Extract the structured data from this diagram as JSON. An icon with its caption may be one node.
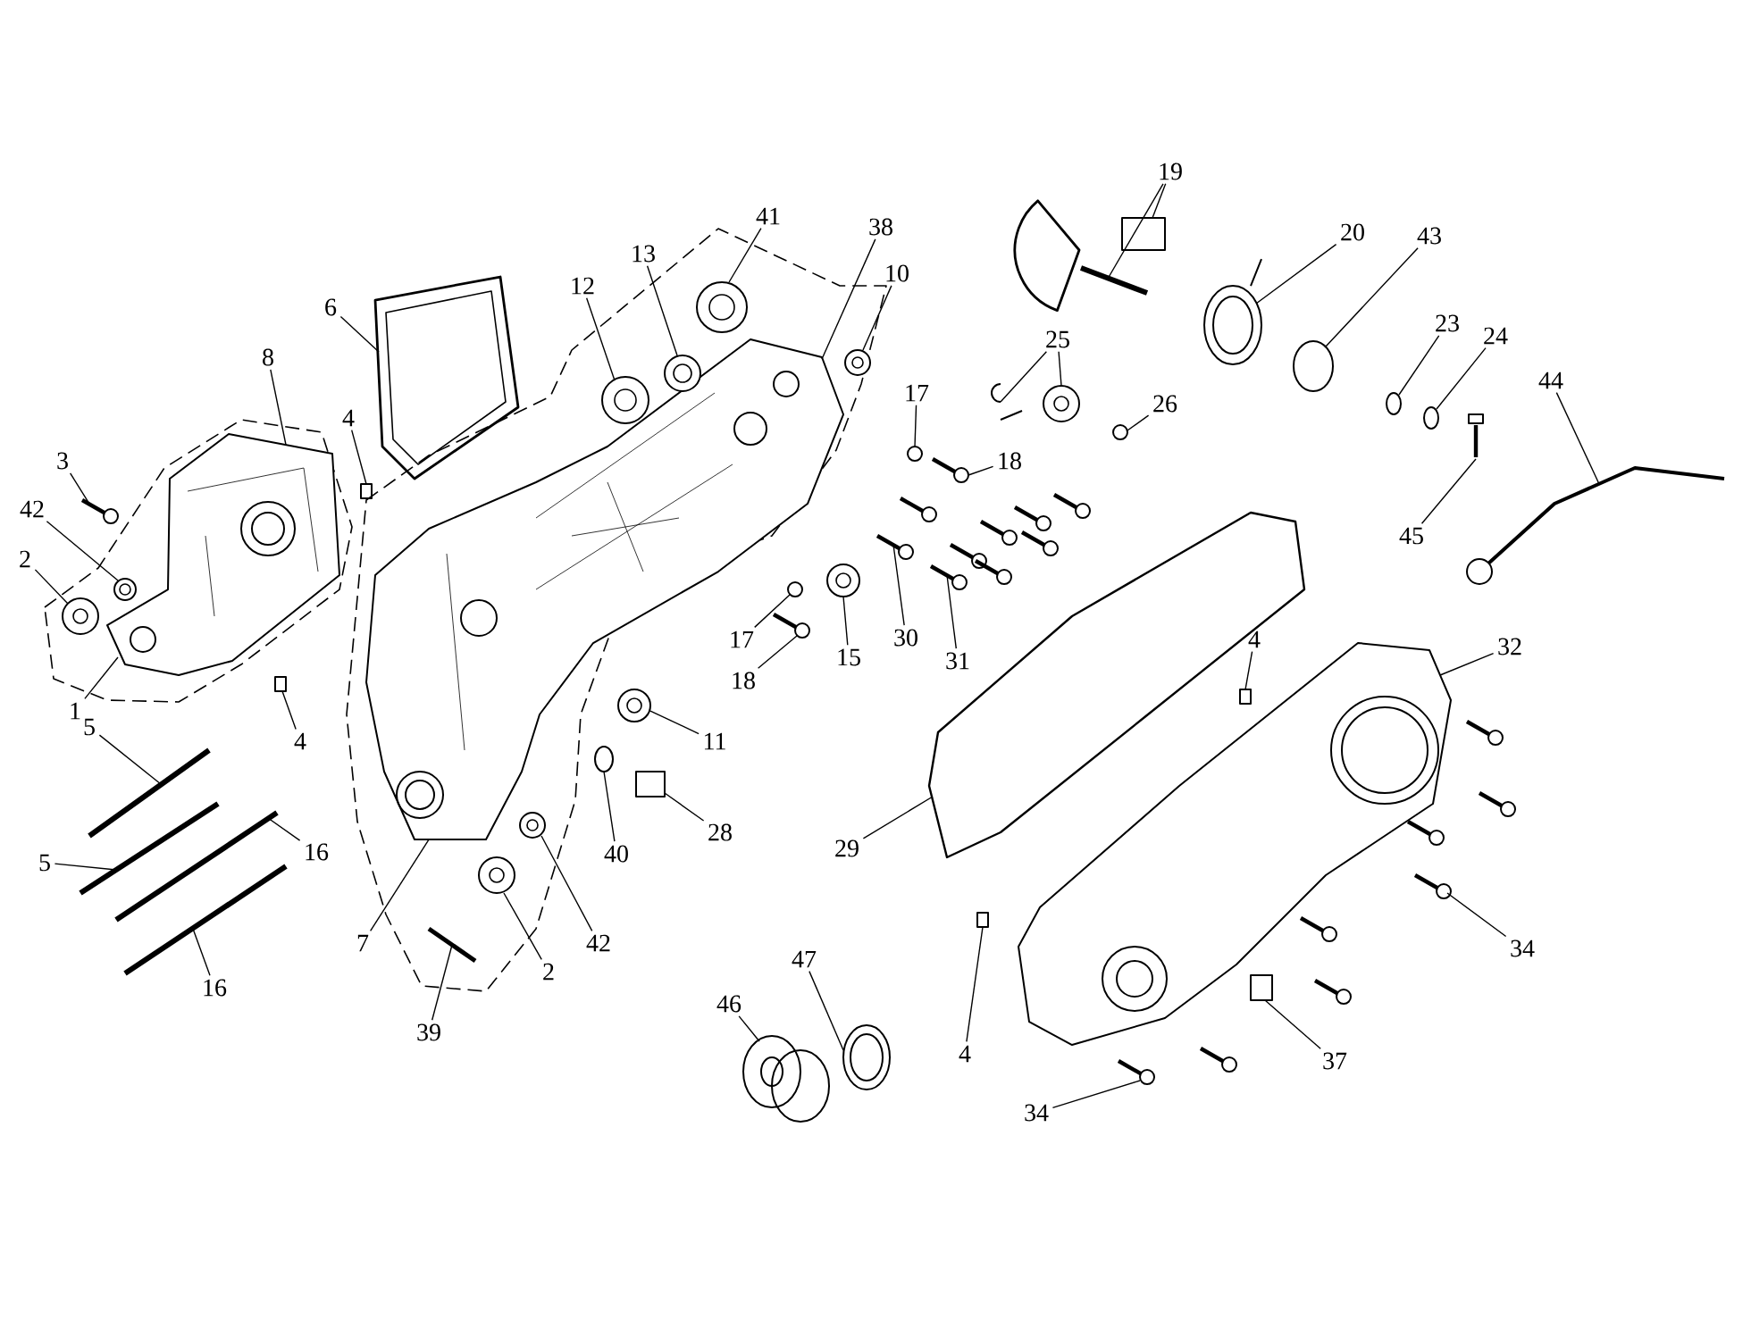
{
  "diagram": {
    "nodes": [
      {
        "text": [
          "19"
        ]
      },
      {
        "text": [
          "41"
        ]
      },
      {
        "text": [
          "38"
        ]
      },
      {
        "text": [
          "20"
        ]
      },
      {
        "text": [
          "43"
        ]
      },
      {
        "text": [
          "13"
        ]
      },
      {
        "text": [
          "10"
        ]
      },
      {
        "text": [
          "12"
        ]
      },
      {
        "text": [
          "6"
        ]
      },
      {
        "text": [
          "8"
        ]
      },
      {
        "text": [
          "23"
        ]
      },
      {
        "text": [
          "24"
        ]
      },
      {
        "text": [
          "25"
        ]
      },
      {
        "text": [
          "44"
        ]
      },
      {
        "text": [
          "4"
        ]
      },
      {
        "text": [
          "26"
        ]
      },
      {
        "text": [
          "17"
        ]
      },
      {
        "text": [
          "3"
        ]
      },
      {
        "text": [
          "18"
        ]
      },
      {
        "text": [
          "42"
        ]
      },
      {
        "text": [
          "2"
        ]
      },
      {
        "text": [
          "45"
        ]
      },
      {
        "text": [
          "30"
        ]
      },
      {
        "text": [
          "31"
        ]
      },
      {
        "text": [
          "17"
        ]
      },
      {
        "text": [
          "18"
        ]
      },
      {
        "text": [
          "15"
        ]
      },
      {
        "text": [
          "4"
        ]
      },
      {
        "text": [
          "32"
        ]
      },
      {
        "text": [
          "1"
        ]
      },
      {
        "text": [
          "4"
        ]
      },
      {
        "text": [
          "11"
        ]
      },
      {
        "text": [
          "5"
        ]
      },
      {
        "text": [
          "40"
        ]
      },
      {
        "text": [
          "28"
        ]
      },
      {
        "text": [
          "29"
        ]
      },
      {
        "text": [
          "5"
        ]
      },
      {
        "text": [
          "16"
        ]
      },
      {
        "text": [
          "7"
        ]
      },
      {
        "text": [
          "42"
        ]
      },
      {
        "text": [
          "2"
        ]
      },
      {
        "text": [
          "34"
        ]
      },
      {
        "text": [
          "16"
        ]
      },
      {
        "text": [
          "47"
        ]
      },
      {
        "text": [
          "46"
        ]
      },
      {
        "text": [
          "39"
        ]
      },
      {
        "text": [
          "4"
        ]
      },
      {
        "text": [
          "37"
        ]
      },
      {
        "text": [
          "34"
        ]
      },
      {
        "text": [],
        "shape": "picture"
      },
      {
        "text": [],
        "shape": "picture"
      },
      {
        "text": [],
        "shape": "picture"
      },
      {
        "text": [],
        "shape": "picture"
      },
      {
        "text": [],
        "shape": "picture"
      },
      {
        "text": [],
        "shape": "picture"
      },
      {
        "text": [],
        "shape": "picture"
      },
      {
        "text": [],
        "shape": "picture"
      },
      {
        "text": [],
        "shape": "box"
      },
      {
        "text": [],
        "shape": "box"
      },
      {
        "text": [],
        "shape": "picture"
      },
      {
        "text": [],
        "shape": "picture"
      },
      {
        "text": [],
        "shape": "picture"
      },
      {
        "text": [],
        "shape": "picture"
      },
      {
        "text": [],
        "shape": "picture"
      },
      {
        "text": [],
        "shape": "circle"
      },
      {
        "text": [],
        "shape": "picture"
      },
      {
        "text": [],
        "shape": "picture"
      },
      {
        "text": [],
        "shape": "box"
      },
      {
        "text": [],
        "shape": "picture"
      },
      {
        "text": [],
        "shape": "picture"
      },
      {
        "text": [],
        "shape": "cylinder"
      },
      {
        "text": [],
        "shape": "circle"
      },
      {
        "text": [],
        "shape": "picture"
      },
      {
        "text": [],
        "shape": "picture"
      },
      {
        "text": [],
        "shape": "picture"
      },
      {
        "text": [],
        "shape": "picture"
      },
      {
        "text": [],
        "shape": "picture"
      },
      {
        "text": [],
        "shape": "circle"
      },
      {
        "text": [],
        "shape": "picture"
      },
      {
        "text": [],
        "shape": "picture"
      },
      {
        "text": [],
        "shape": "box"
      },
      {
        "text": [],
        "shape": "picture"
      },
      {
        "text": [],
        "shape": "picture"
      },
      {
        "text": [],
        "shape": "picture"
      },
      {
        "text": [],
        "shape": "circle"
      },
      {
        "text": [],
        "shape": "picture"
      },
      {
        "text": [],
        "shape": "picture"
      },
      {
        "text": [],
        "shape": "box"
      },
      {
        "text": [],
        "shape": "picture"
      },
      {
        "text": [],
        "shape": "box"
      },
      {
        "text": [],
        "shape": "picture"
      },
      {
        "text": [],
        "shape": "box"
      },
      {
        "text": [],
        "shape": "circle"
      },
      {
        "text": [],
        "shape": "circle"
      },
      {
        "text": [],
        "shape": "circle"
      },
      {
        "text": [],
        "shape": "picture"
      },
      {
        "text": [],
        "shape": "picture"
      },
      {
        "text": [],
        "shape": "picture"
      }
    ],
    "edges": [
      {
        "from": 0,
        "to": 83,
        "arrow": "none"
      },
      {
        "from": 0,
        "to": 87,
        "arrow": "none"
      },
      {
        "from": 1,
        "to": 69,
        "arrow": "none"
      },
      {
        "from": 2,
        "to": 63,
        "arrow": "none"
      },
      {
        "from": 3,
        "to": 88,
        "arrow": "none"
      },
      {
        "from": 4,
        "to": 92,
        "arrow": "none"
      },
      {
        "from": 5,
        "to": 68,
        "arrow": "none"
      },
      {
        "from": 6,
        "to": 74,
        "arrow": "none"
      },
      {
        "from": 7,
        "to": 65,
        "arrow": "none"
      },
      {
        "from": 8,
        "to": 59,
        "arrow": "none"
      },
      {
        "from": 9,
        "to": 56,
        "arrow": "none"
      },
      {
        "from": 10,
        "to": 93,
        "arrow": "none"
      },
      {
        "from": 11,
        "to": 94,
        "arrow": "none"
      },
      {
        "from": 12,
        "to": 81,
        "arrow": "none"
      },
      {
        "from": 12,
        "to": 82,
        "arrow": "none"
      },
      {
        "from": 13,
        "to": 97,
        "arrow": "none"
      },
      {
        "from": 14,
        "to": 58,
        "arrow": "none"
      },
      {
        "from": 15,
        "to": 84,
        "arrow": "none"
      },
      {
        "from": 16,
        "to": 77,
        "arrow": "none"
      },
      {
        "from": 17,
        "to": 50,
        "arrow": "none"
      },
      {
        "from": 18,
        "to": 79,
        "arrow": "none"
      },
      {
        "from": 19,
        "to": 51,
        "arrow": "none"
      },
      {
        "from": 20,
        "to": 49,
        "arrow": "none"
      },
      {
        "from": 21,
        "to": 96,
        "arrow": "none"
      },
      {
        "from": 22,
        "to": 76,
        "arrow": "none"
      },
      {
        "from": 23,
        "to": 78,
        "arrow": "none"
      },
      {
        "from": 24,
        "to": 71,
        "arrow": "none"
      },
      {
        "from": 25,
        "to": 72,
        "arrow": "none"
      },
      {
        "from": 26,
        "to": 73,
        "arrow": "none"
      },
      {
        "from": 27,
        "to": 89,
        "arrow": "none"
      },
      {
        "from": 28,
        "to": 90,
        "arrow": "none"
      },
      {
        "from": 29,
        "to": 56,
        "arrow": "none"
      },
      {
        "from": 30,
        "to": 57,
        "arrow": "none"
      },
      {
        "from": 31,
        "to": 66,
        "arrow": "none"
      },
      {
        "from": 32,
        "to": 52,
        "arrow": "none"
      },
      {
        "from": 33,
        "to": 64,
        "arrow": "none"
      },
      {
        "from": 34,
        "to": 67,
        "arrow": "none"
      },
      {
        "from": 35,
        "to": 85,
        "arrow": "none"
      },
      {
        "from": 36,
        "to": 53,
        "arrow": "none"
      },
      {
        "from": 37,
        "to": 54,
        "arrow": "none"
      },
      {
        "from": 38,
        "to": 63,
        "arrow": "none"
      },
      {
        "from": 39,
        "to": 62,
        "arrow": "none"
      },
      {
        "from": 40,
        "to": 61,
        "arrow": "none"
      },
      {
        "from": 41,
        "to": 95,
        "arrow": "none"
      },
      {
        "from": 42,
        "to": 55,
        "arrow": "none"
      },
      {
        "from": 43,
        "to": 75,
        "arrow": "none"
      },
      {
        "from": 44,
        "to": 70,
        "arrow": "none"
      },
      {
        "from": 45,
        "to": 60,
        "arrow": "none"
      },
      {
        "from": 46,
        "to": 80,
        "arrow": "none"
      },
      {
        "from": 47,
        "to": 91,
        "arrow": "none"
      },
      {
        "from": 48,
        "to": 86,
        "arrow": "none"
      }
    ]
  }
}
